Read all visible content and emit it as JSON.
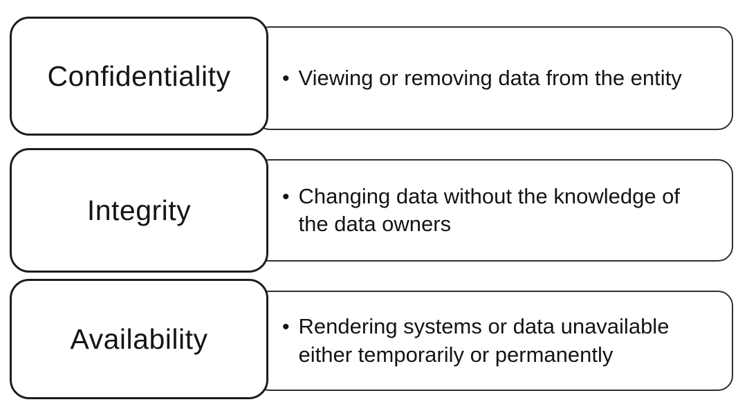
{
  "diagram": {
    "bullet_char": "•",
    "rows": [
      {
        "label": "Confidentiality",
        "description": "Viewing or removing data from the entity"
      },
      {
        "label": "Integrity",
        "description": "Changing data without the knowledge of the data owners"
      },
      {
        "label": "Availability",
        "description": "Rendering systems or data unavailable either temporarily or permanently"
      }
    ]
  }
}
